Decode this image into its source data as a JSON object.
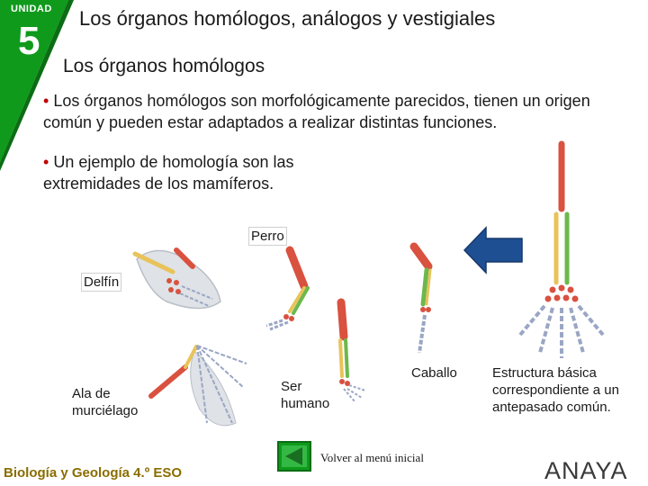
{
  "header": {
    "unit_label": "UNIDAD",
    "unit_number": "5",
    "title": "Los órganos homólogos, análogos y vestigiales",
    "subtitle": "Los órganos homólogos"
  },
  "body": {
    "bullet_1": "Los órganos homólogos son morfológicamente parecidos, tienen un origen común y pueden estar adaptados a realizar distintas funciones.",
    "bullet_2": "Un ejemplo de homología son las extremidades de los mamíferos.",
    "bullet_symbol": "•"
  },
  "figure_labels": {
    "dog": "Perro",
    "dolphin": "Delfín",
    "bat": "Ala de murciélago",
    "human": "Ser humano",
    "horse": "Caballo",
    "ancestor": "Estructura básica correspondiente a un antepasado común."
  },
  "footer": {
    "book": "Biología y Geología 4.º ESO",
    "menu_link": "Volver al menú inicial",
    "logo": "ANAYA"
  },
  "colors": {
    "green": "#0f9a1c",
    "bullet": "#c00000",
    "arrow": "#1f4f93",
    "bone_red": "#d9513f",
    "bone_yellow": "#e9c35a",
    "bone_green": "#6cb84c",
    "bone_blue": "#9aa6c4"
  },
  "icons": {
    "home_button": "back-arrow-icon",
    "direction_arrow": "left-arrow-icon"
  }
}
